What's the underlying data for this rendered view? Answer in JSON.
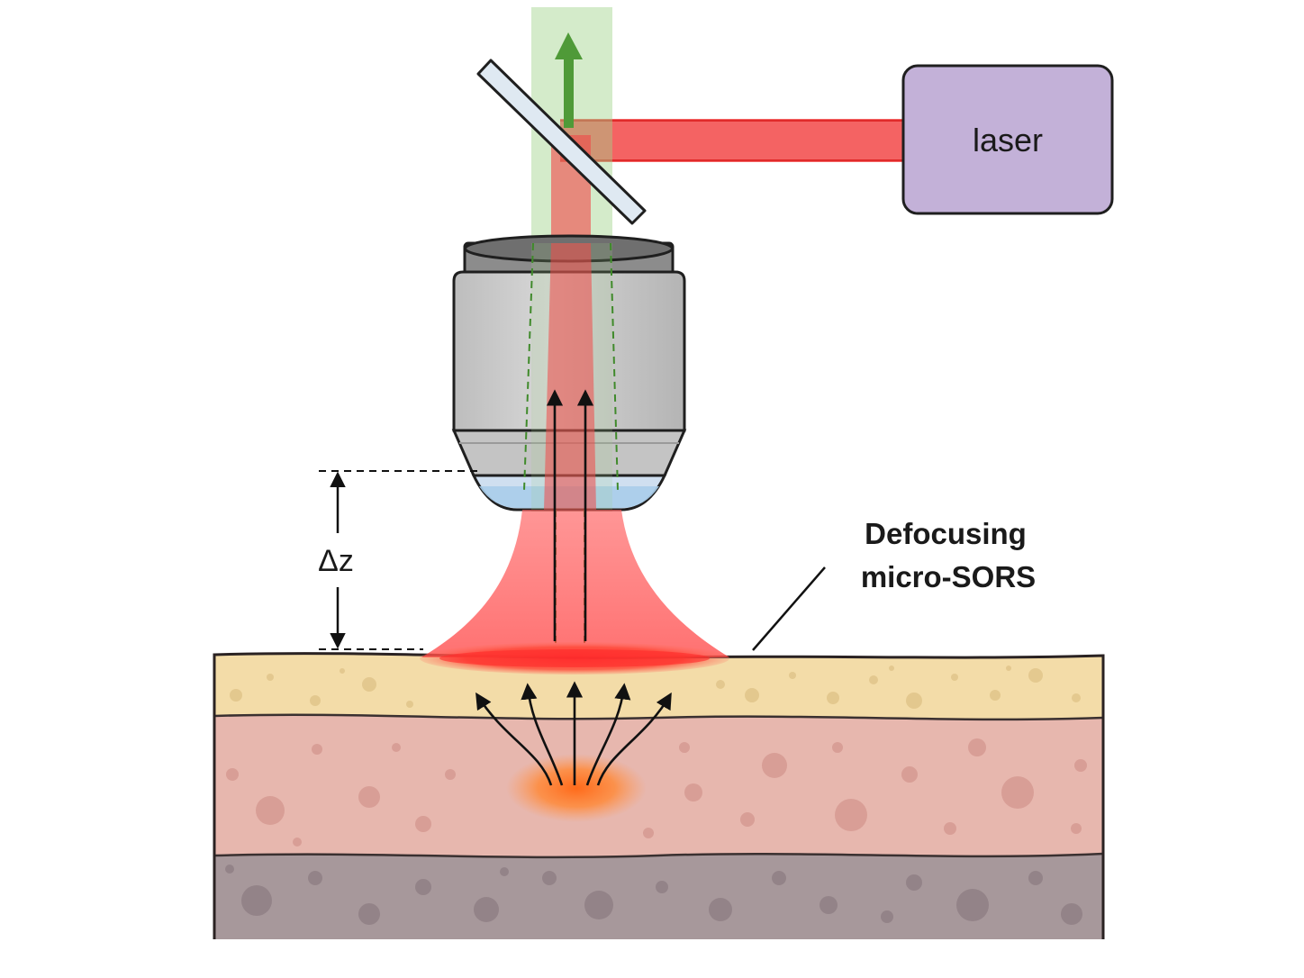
{
  "labels": {
    "laser": "laser",
    "delta_z": "Δz",
    "annotation_line1": "Defocusing",
    "annotation_line2": "micro-SORS"
  },
  "colors": {
    "laser_box": "#c3b1d8",
    "laser_beam": "#f24848",
    "raman_beam": "#9fd38a",
    "raman_arrow": "#4f9a38",
    "objective_body": "#cfcfcf",
    "objective_cap": "#8c8c8c",
    "lens_water": "#a9cdea",
    "layer_top": "#f3dca8",
    "layer_middle": "#e7b7ae",
    "layer_bottom": "#a7989b",
    "hotspot": "#ff7a2a",
    "mirror": "#dfe9f2"
  },
  "icons": {
    "mirror": "dichroic-mirror",
    "objective": "microscope-objective",
    "sample": "layered-sample",
    "source": "laser-box"
  }
}
